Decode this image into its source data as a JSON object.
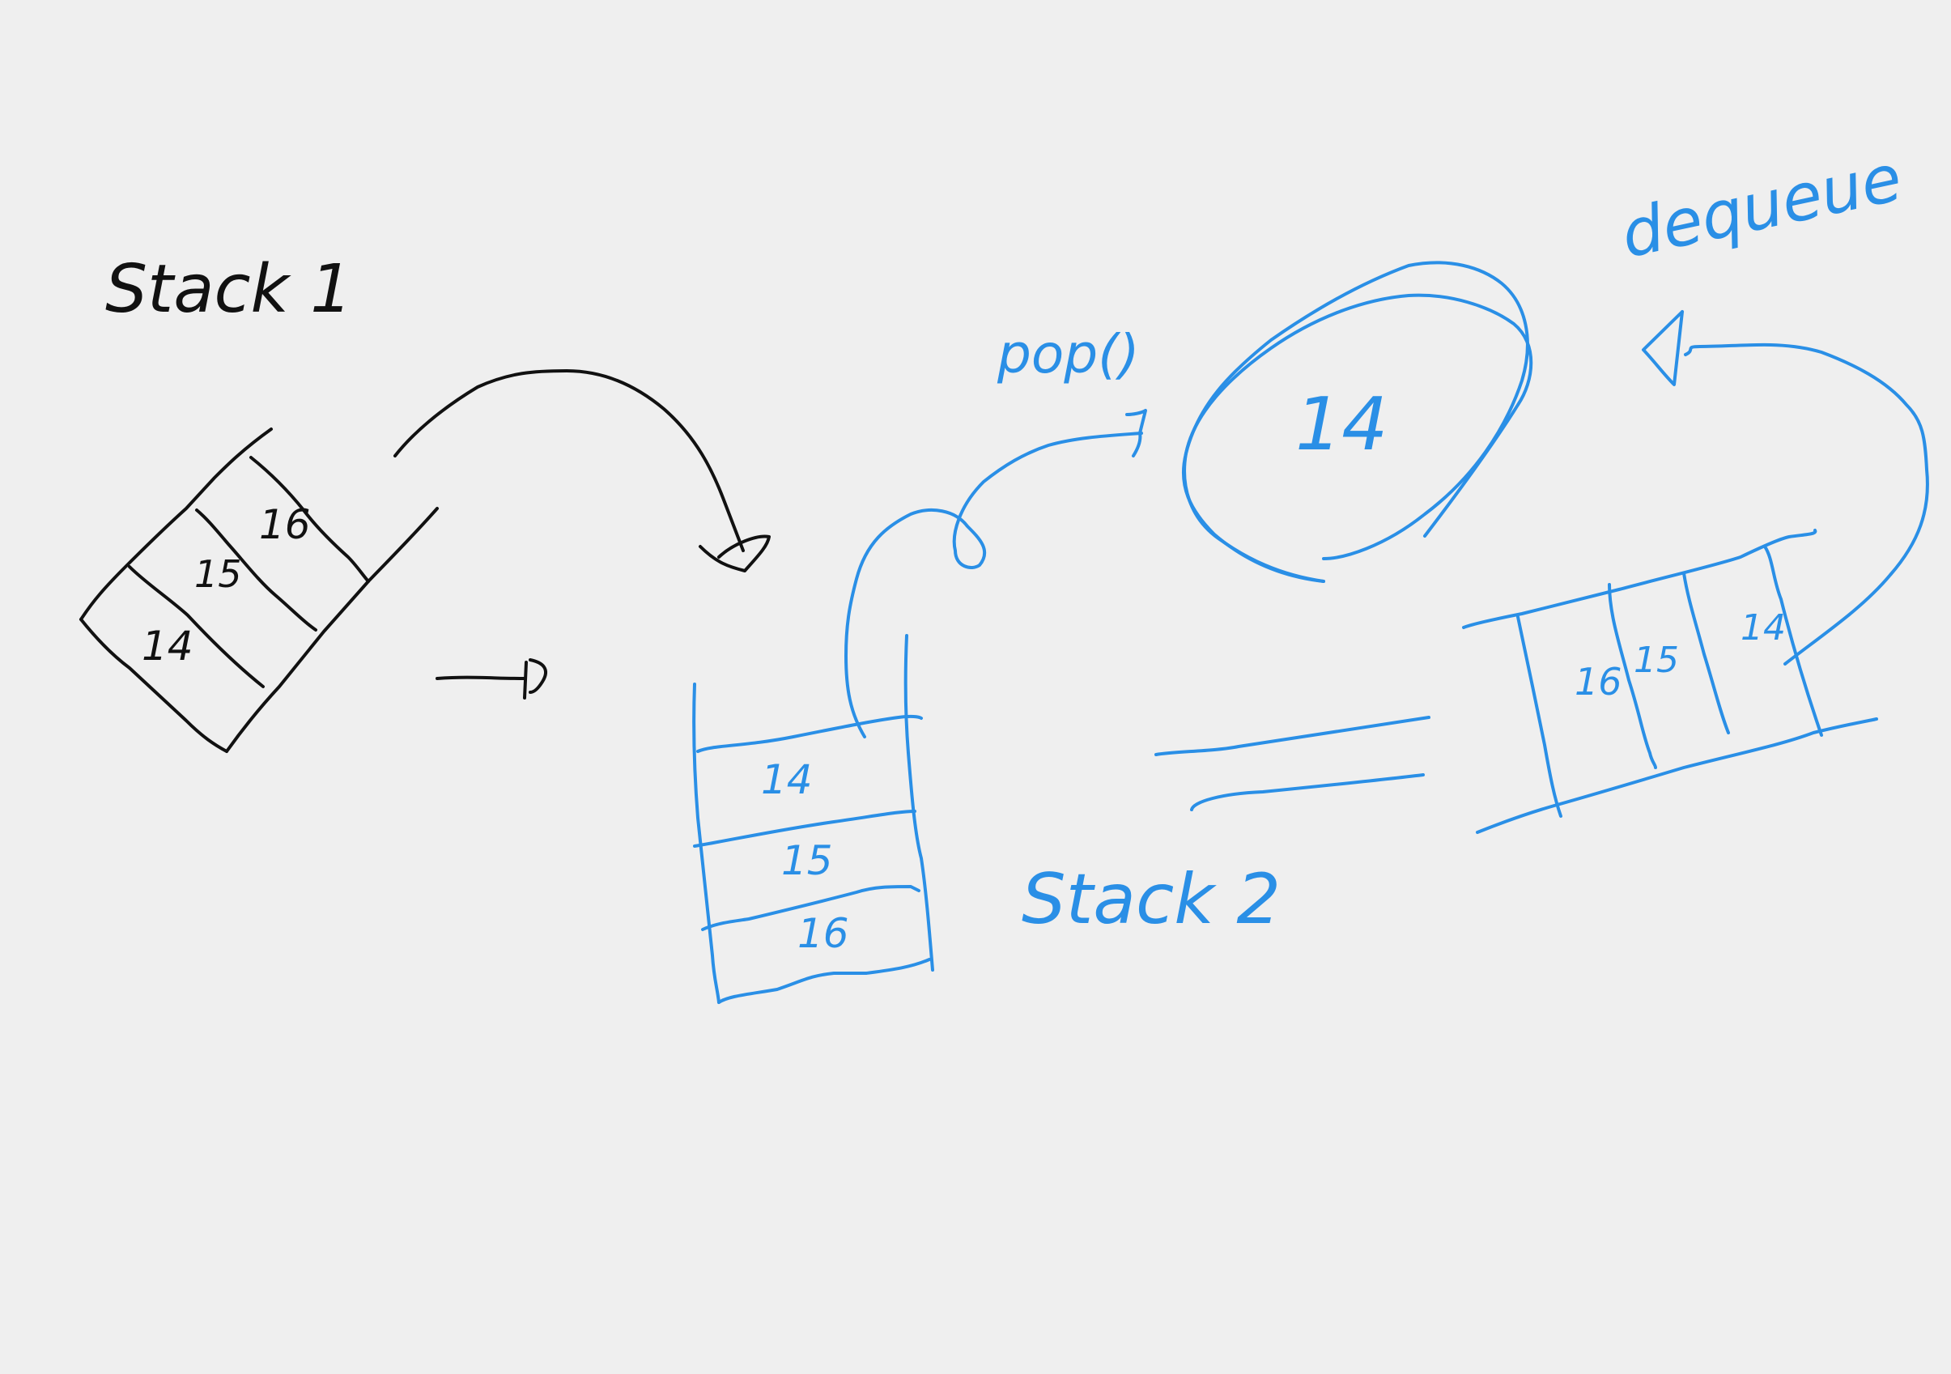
{
  "colors": {
    "background": "#efefef",
    "black_ink": "#111111",
    "blue_ink": "#2a8fe6"
  },
  "labels": {
    "stack1": "Stack 1",
    "stack2": "Stack 2",
    "pop": "pop()",
    "dequeue": "dequeue",
    "popped_value": "14"
  },
  "stack1": {
    "items": [
      "14",
      "15",
      "16"
    ]
  },
  "stack2": {
    "items": [
      "14",
      "15",
      "16"
    ]
  },
  "queue": {
    "items": [
      "16",
      "15",
      "14"
    ]
  }
}
